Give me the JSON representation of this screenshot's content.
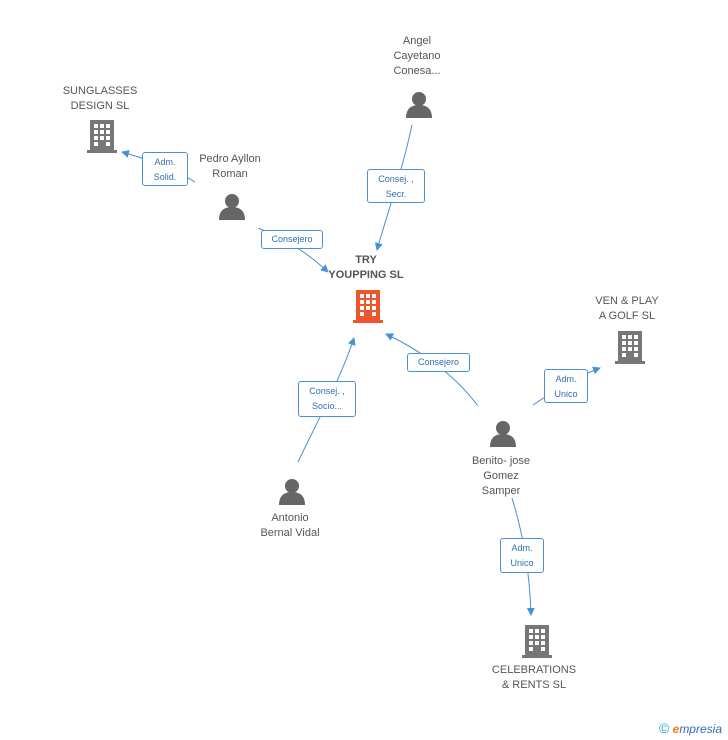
{
  "colors": {
    "edge": "#4a90d9",
    "person": "#666666",
    "company": "#777777",
    "center_company": "#f0542a"
  },
  "nodes": {
    "center": {
      "label": "TRY\nYOUPPING SL",
      "icon": "building-icon"
    },
    "angel": {
      "label": "Angel\nCayetano\nConesa...",
      "icon": "person-icon"
    },
    "sunglasses": {
      "label": "SUNGLASSES\nDESIGN SL",
      "icon": "building-icon"
    },
    "pedro": {
      "label": "Pedro Ayllon\nRoman",
      "icon": "person-icon"
    },
    "venplay": {
      "label": "VEN & PLAY\nA GOLF SL",
      "icon": "building-icon"
    },
    "benito": {
      "label": "Benito- jose\nGomez\nSamper",
      "icon": "person-icon"
    },
    "antonio": {
      "label": "Antonio\nBernal Vidal",
      "icon": "person-icon"
    },
    "celebrations": {
      "label": "CELEBRATIONS\n& RENTS SL",
      "icon": "building-icon"
    }
  },
  "edges": {
    "angel_center": "Consej. ,\nSecr.",
    "pedro_sunglasses": "Adm.\nSolid.",
    "pedro_center": "Consejero",
    "benito_center": "Consejero",
    "benito_venplay": "Adm.\nUnico",
    "antonio_center": "Consej. ,\nSocio...",
    "benito_celebrations": "Adm.\nUnico"
  },
  "footer": {
    "copyright": "©",
    "brand_e": "e",
    "brand_rest": "mpresia"
  }
}
